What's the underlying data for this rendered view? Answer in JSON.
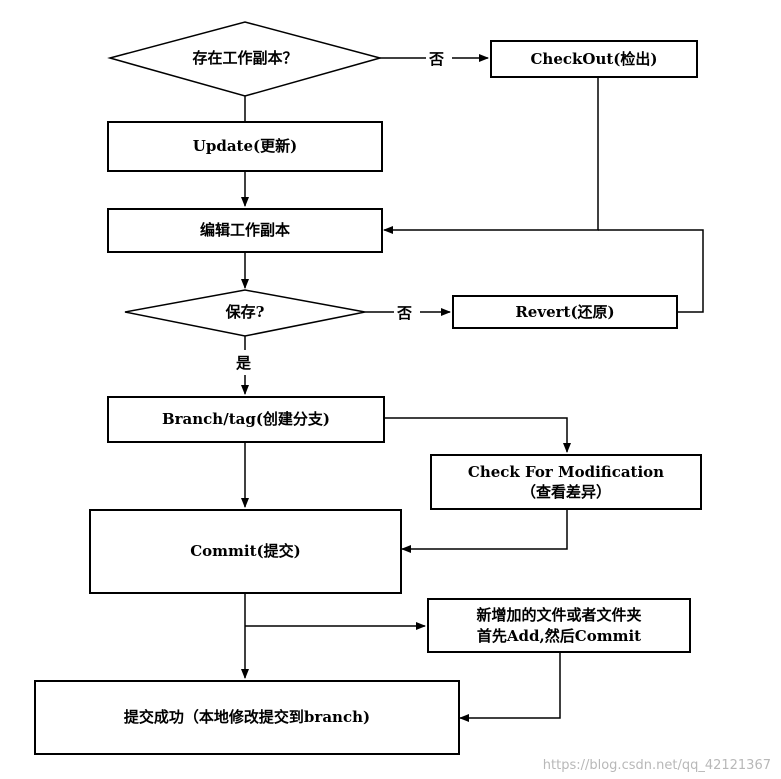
{
  "nodes": {
    "exists_decision": "存在工作副本？",
    "checkout": "CheckOut(检出)",
    "update": "Update(更新)",
    "edit": "编辑工作副本",
    "save_decision": "保存?",
    "revert": "Revert(还原)",
    "branch": "Branch/tag(创建分支)",
    "check_mod_line1": "Check For Modification",
    "check_mod_line2": "（查看差异）",
    "commit": "Commit(提交)",
    "new_files_line1": "新增加的文件或者文件夹",
    "new_files_line2": "首先Add,然后Commit",
    "commit_success": "提交成功（本地修改提交到branch)"
  },
  "edge_labels": {
    "no_exists": "否",
    "no_save": "否",
    "yes_save": "是"
  },
  "watermark": "https://blog.csdn.net/qq_42121367"
}
